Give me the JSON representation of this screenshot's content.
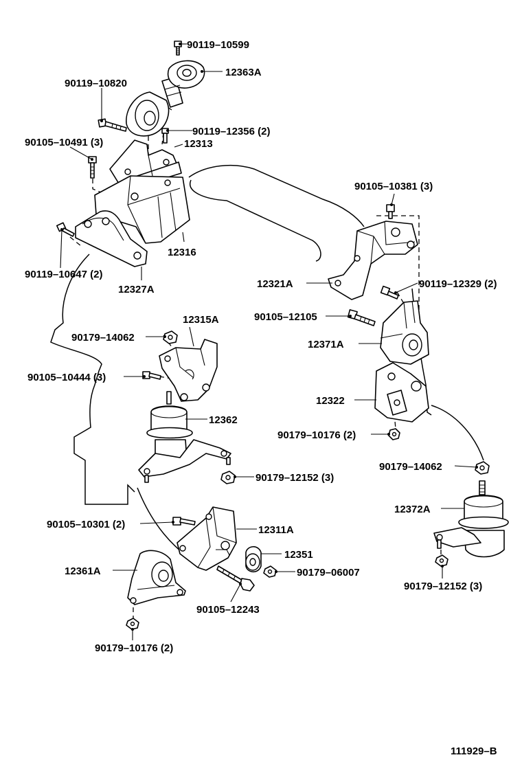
{
  "labels": {
    "p90119_10599": "90119–10599",
    "p12363A": "12363A",
    "p90119_10820": "90119–10820",
    "p90119_12356": "90119–12356 (2)",
    "p90105_10491": "90105–10491 (3)",
    "p12313": "12313",
    "p90105_10381": "90105–10381 (3)",
    "p12316": "12316",
    "p90119_10647": "90119–10647 (2)",
    "p12327A": "12327A",
    "p12321A": "12321A",
    "p90119_12329": "90119–12329 (2)",
    "p12315A": "12315A",
    "p90105_12105": "90105–12105",
    "p90179_14062_a": "90179–14062",
    "p12371A": "12371A",
    "p90105_10444": "90105–10444 (3)",
    "p12322": "12322",
    "p12362": "12362",
    "p90179_10176_a": "90179–10176 (2)",
    "p90179_14062_b": "90179–14062",
    "p90179_12152_a": "90179–12152 (3)",
    "p12372A": "12372A",
    "p90105_10301": "90105–10301 (2)",
    "p12311A": "12311A",
    "p12351": "12351",
    "p12361A": "12361A",
    "p90179_06007": "90179–06007",
    "p90179_12152_b": "90179–12152 (3)",
    "p90105_12243": "90105–12243",
    "p90179_10176_b": "90179–10176 (2)",
    "drawing_no": "111929–B"
  }
}
